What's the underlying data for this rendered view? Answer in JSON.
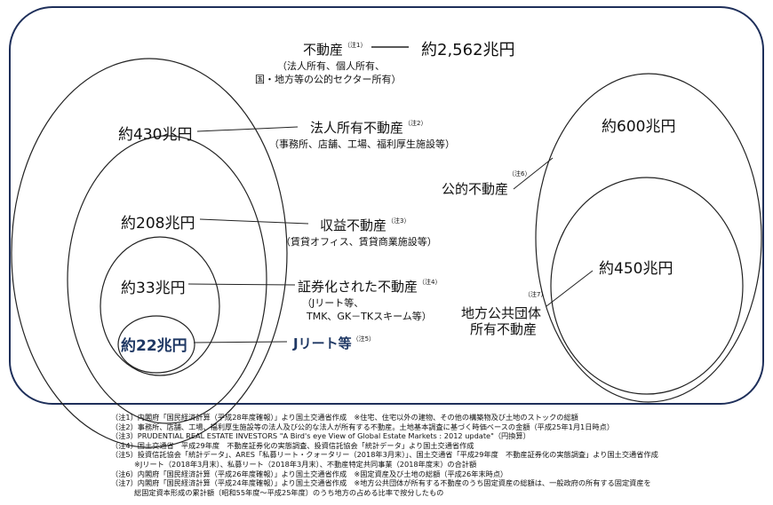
{
  "total": {
    "label": "不動産",
    "note": "（注1）",
    "value": "約2,562兆円",
    "desc1": "（法人所有、個人所有、",
    "desc2": "国・地方等の公的セクター所有）"
  },
  "corporate": {
    "label": "法人所有不動産",
    "note": "（注2）",
    "value": "約430兆円",
    "desc": "（事務所、店舗、工場、福利厚生施設等）"
  },
  "income": {
    "label": "収益不動産",
    "note": "（注3）",
    "value": "約208兆円",
    "desc": "（賃貸オフィス、賃貸商業施設等）"
  },
  "securitized": {
    "label": "証券化された不動産",
    "note": "（注4）",
    "value": "約33兆円",
    "desc1": "（Jリート等、",
    "desc2": "TMK、GK－TKスキーム等）"
  },
  "jreit": {
    "label": "Jリート等",
    "note": "（注5）",
    "value": "約22兆円"
  },
  "public": {
    "label": "公的不動産",
    "note": "（注6）",
    "value": "約600兆円"
  },
  "local": {
    "label1": "地方公共団体",
    "label2": "所有不動産",
    "note": "（注7）",
    "value": "約450兆円"
  },
  "notes": [
    "（注1）内閣府「国民経済計算（平成28年度確報）」より国土交通省作成　※住宅、住宅以外の建物、その他の構築物及び土地のストックの総額",
    "（注2）事務所、店舗、工場、福利厚生施設等の法人及び公的な法人が所有する不動産。土地基本調査に基づく時価ベースの金額（平成25年1月1日時点）",
    "（注3）PRUDENTIAL REAL ESTATE INVESTORS \"A Bird's eye View of Global Estate Markets : 2012 update\"（円換算）",
    "（注4）国土交通省　平成29年度　不動産証券化の実態調査、投資信託協会「統計データ」より国土交通省作成",
    "（注5）投資信託協会「統計データ」、ARES「私募リート・クォータリー（2018年3月末）」、国土交通省「平成29年度　不動産証券化の実態調査」より国土交通省作成",
    "※Jリート（2018年3月末）、私募リート（2018年3月末）、不動産特定共同事業（2018年度末）の合計額",
    "（注6）内閣府「国民経済計算（平成26年度確報）」より国土交通省作成　※固定資産及び土地の総額（平成26年末時点）",
    "（注7）内閣府「国民経済計算（平成24年度確報）」より国土交通省作成　※地方公共団体が所有する不動産のうち固定資産の総額は、一般政府の所有する固定資産を",
    "総固定資本形成の累計額（昭和55年度～平成25年度）のうち地方の占める比率で按分したもの"
  ]
}
